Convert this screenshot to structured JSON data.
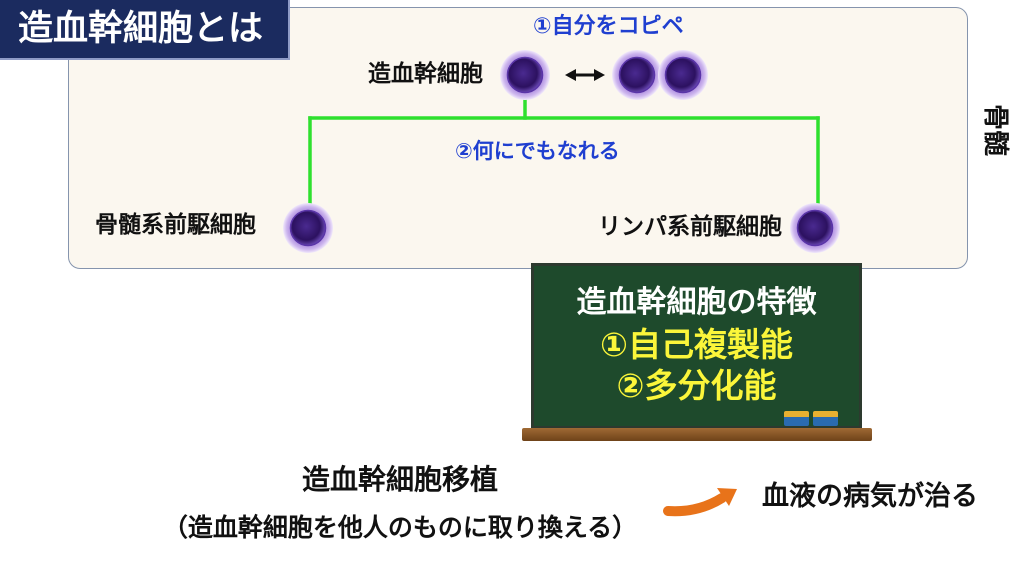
{
  "title": "造血幹細胞とは",
  "side_label": "骨髄",
  "diagram": {
    "self_copy": "①自分をコピペ",
    "stem_cell": "造血幹細胞",
    "differentiate": "②何にでもなれる",
    "myeloid": "骨髄系前駆細胞",
    "lymphoid": "リンパ系前駆細胞",
    "icons": [
      "stem-cell-icon",
      "double-arrow-icon",
      "cell-copy-icon",
      "progenitor-cell-icon",
      "arrow-right-icon"
    ]
  },
  "board": {
    "heading": "造血幹細胞の特徴",
    "point1": "①自己複製能",
    "point2": "②多分化能"
  },
  "transplant": {
    "title": "造血幹細胞移植",
    "note": "（造血幹細胞を他人のものに取り換える）",
    "result": "血液の病気が治る"
  },
  "colors": {
    "title_bg": "#1b2b5f",
    "accent_blue": "#1f3fd0",
    "branch_green": "#2ee02e",
    "board_green": "#1e4a2c",
    "chalk_yellow": "#fbf63a",
    "arrow_orange": "#e8731a",
    "cell_purple": "#2c1160"
  }
}
